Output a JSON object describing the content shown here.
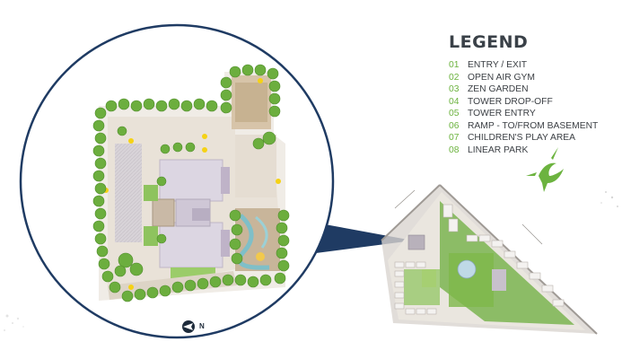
{
  "legend": {
    "title": "LEGEND",
    "items": [
      {
        "num": "01",
        "label": "ENTRY / EXIT"
      },
      {
        "num": "02",
        "label": "OPEN AIR GYM"
      },
      {
        "num": "03",
        "label": "ZEN GARDEN"
      },
      {
        "num": "04",
        "label": "TOWER DROP-OFF"
      },
      {
        "num": "05",
        "label": "TOWER ENTRY"
      },
      {
        "num": "06",
        "label": "RAMP - TO/FROM BASEMENT"
      },
      {
        "num": "07",
        "label": "CHILDREN'S PLAY AREA"
      },
      {
        "num": "08",
        "label": "LINEAR PARK"
      }
    ]
  },
  "north_label": "N",
  "colors": {
    "legend_number": "#6cb33f",
    "circle_border": "#1f3b63",
    "tree": "#6cae3e",
    "building": "#dcd6e2",
    "plaza": "#e7dfd5"
  },
  "icons": [
    "north-arrow-icon",
    "bird-icon"
  ]
}
